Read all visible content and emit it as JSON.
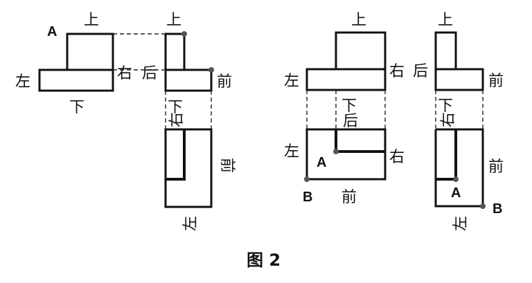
{
  "labels": {
    "up": "上",
    "down": "下",
    "left": "左",
    "right": "右",
    "front": "前",
    "back": "后"
  },
  "points": {
    "a": "A",
    "b": "B"
  },
  "caption": "图 2"
}
